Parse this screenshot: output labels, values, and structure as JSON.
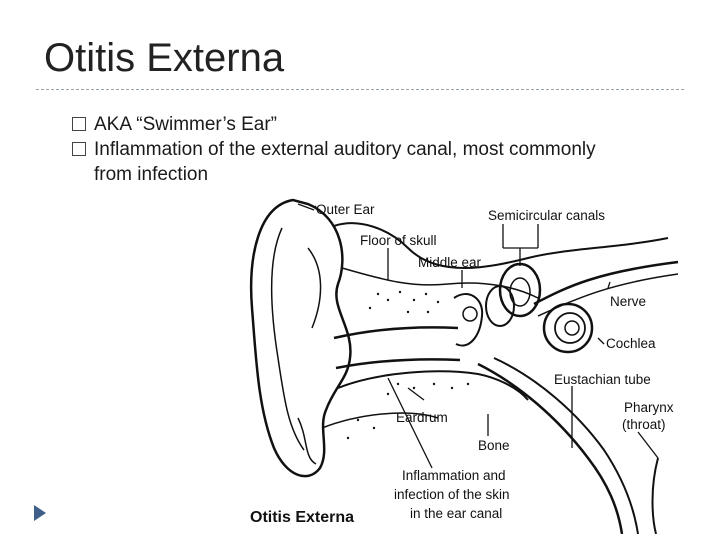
{
  "slide": {
    "title": "Otitis Externa",
    "bullets": [
      "AKA “Swimmer’s Ear”",
      "Inflammation of the external auditory canal, most commonly from infection"
    ]
  },
  "figure": {
    "labels": {
      "outer_ear": "Outer Ear",
      "semicircular": "Semicircular canals",
      "floor_skull": "Floor of skull",
      "middle_ear": "Middle ear",
      "nerve": "Nerve",
      "cochlea": "Cochlea",
      "eustachian": "Eustachian tube",
      "pharynx": "Pharynx",
      "throat": "(throat)",
      "eardrum": "Eardrum",
      "bone": "Bone",
      "inflammation_1": "Inflammation and",
      "inflammation_2": "infection of the skin",
      "inflammation_3": "in the ear canal"
    },
    "caption": "Otitis Externa"
  },
  "icons": {
    "bullet": "checkbox-square-icon",
    "nav": "triangle-right-icon"
  },
  "colors": {
    "nav": "#3f5f8a",
    "rule": "#9aa4ad"
  }
}
